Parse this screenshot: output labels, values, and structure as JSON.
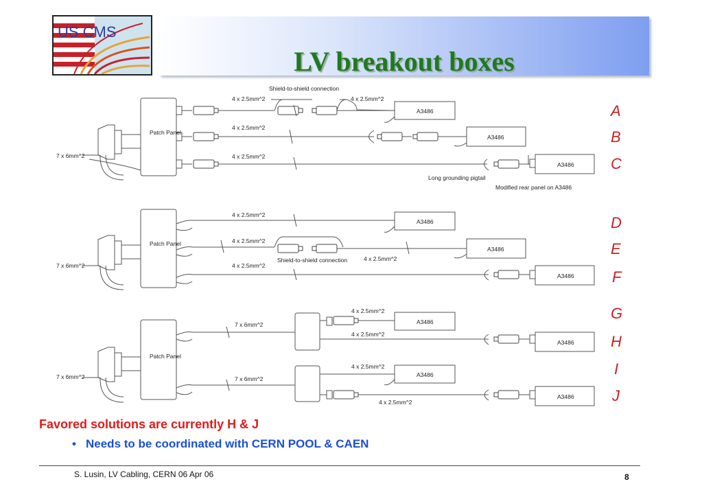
{
  "logo": {
    "text": "US CMS"
  },
  "title": "LV breakout boxes",
  "labels": {
    "a": "A",
    "b": "B",
    "c": "C",
    "d": "D",
    "e": "E",
    "f": "F",
    "g": "G",
    "h": "H",
    "i": "I",
    "j": "J"
  },
  "diagram": {
    "patch_panel": "Patch Panel",
    "supply": "A3486",
    "cable_7x6": "7 x 6mm^2",
    "cable_4x25": "4 x 2.5mm^2",
    "shield_connection": "Shield-to-shield connection",
    "grounding_pigtail": "Long grounding pigtail",
    "modified_panel": "Modified rear panel on A3486"
  },
  "notes": {
    "favored": "Favored solutions are currently H & J",
    "bullet": "Needs to be coordinated with CERN POOL & CAEN",
    "bullet_mark": "•"
  },
  "footer": {
    "text": "S. Lusin, LV Cabling, CERN 06 Apr 06",
    "page": "8"
  }
}
